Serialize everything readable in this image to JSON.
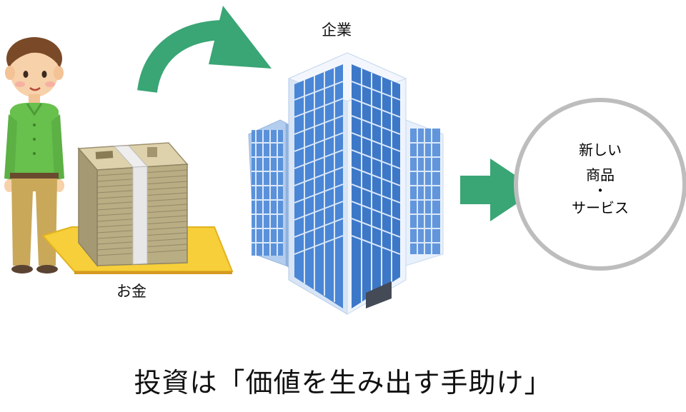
{
  "labels": {
    "company": "企業",
    "money": "お金"
  },
  "result": {
    "line1": "新しい",
    "line2": "商品",
    "line3": "・",
    "line4": "サービス"
  },
  "caption": "投資は「価値を生み出す手助け」",
  "colors": {
    "arrow": "#3aa575",
    "building": "#4a86d6",
    "building_light": "#cde0f5",
    "mat": "#f6cf3a",
    "circle_stroke": "#bdbdbd",
    "shirt": "#68c04d",
    "pants": "#c9a85a",
    "money_stack": "#b9ad84"
  },
  "icons": {
    "person": "person-icon",
    "money": "money-bundle-icon",
    "building": "office-building-icon"
  }
}
